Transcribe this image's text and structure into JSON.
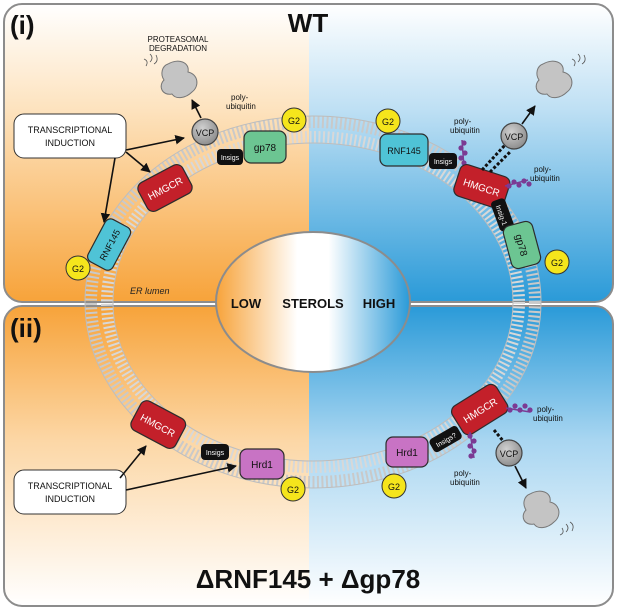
{
  "panels": {
    "top": {
      "label": "(i)",
      "title": "WT"
    },
    "bottom": {
      "label": "(ii)",
      "title": "ΔRNF145 + Δgp78"
    }
  },
  "center": {
    "low": "LOW",
    "sterols": "STEROLS",
    "high": "HIGH",
    "er_lumen": "ER lumen"
  },
  "boxes": {
    "transcription_top": [
      "TRANSCRIPTIONAL",
      "INDUCTION"
    ],
    "transcription_bottom": [
      "TRANSCRIPTIONAL",
      "INDUCTION"
    ]
  },
  "proteasomal": [
    "PROTEASOMAL",
    "DEGRADATION"
  ],
  "poly_ubiquitin": [
    "poly-",
    "ubiquitin"
  ],
  "proteins": {
    "hmgcr": "HMGCR",
    "rnf145": "RNF145",
    "gp78": "gp78",
    "insigs": "Insigs",
    "insig1": "Insig-1",
    "insigs_q": "Insigs?",
    "hrd1": "Hrd1",
    "vcp": "VCP",
    "g2": "G2"
  },
  "colors": {
    "low_orange": "#f7a33a",
    "high_blue": "#2a9ad8",
    "hmgcr": "#c3202a",
    "rnf145": "#4fc3d6",
    "gp78": "#6cc592",
    "hrd1": "#c873c4",
    "g2": "#f5e51c",
    "vcp": "#9a9a9a",
    "ubiquitin": "#7b3a93"
  }
}
